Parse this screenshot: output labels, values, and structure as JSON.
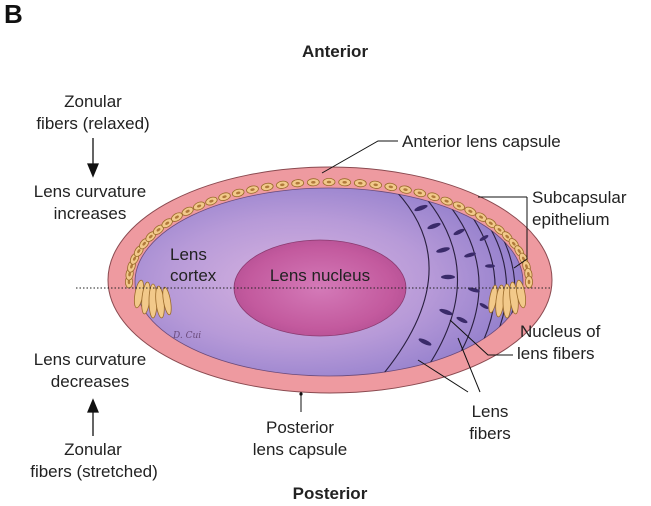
{
  "panel_label": "B",
  "orientation": {
    "top": "Anterior",
    "bottom": "Posterior"
  },
  "left_annotations": {
    "zonular_relaxed_line1": "Zonular",
    "zonular_relaxed_line2": "fibers (relaxed)",
    "curvature_increases_line1": "Lens curvature",
    "curvature_increases_line2": "increases",
    "curvature_decreases_line1": "Lens curvature",
    "curvature_decreases_line2": "decreases",
    "zonular_stretched_line1": "Zonular",
    "zonular_stretched_line2": "fibers (stretched)"
  },
  "inner_labels": {
    "cortex_line1": "Lens",
    "cortex_line2": "cortex",
    "nucleus": "Lens nucleus"
  },
  "callouts": {
    "anterior_capsule": "Anterior lens capsule",
    "subcapsular_line1": "Subcapsular",
    "subcapsular_line2": "epithelium",
    "nucleus_fibers_line1": "Nucleus of",
    "nucleus_fibers_line2": "lens fibers",
    "lens_fibers_line1": "Lens",
    "lens_fibers_line2": "fibers",
    "posterior_capsule_line1": "Posterior",
    "posterior_capsule_line2": "lens capsule"
  },
  "artist_signature": "D. Cui",
  "colors": {
    "capsule": "#ee9aa0",
    "cortex_light": "#c9b7e8",
    "cortex_dark": "#8e7cc6",
    "nucleus": "#c95fa0",
    "epithelium_cell": "#f2c98a",
    "cell_outline": "#9a6a2a",
    "line": "#222222"
  }
}
